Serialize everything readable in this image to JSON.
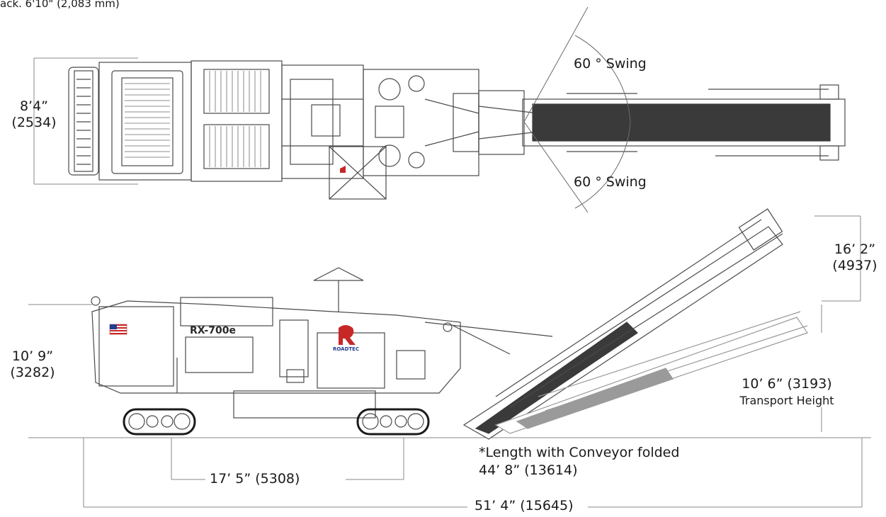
{
  "diagram": {
    "top_note": "ack. 6'10\" (2,083 mm)",
    "top_view": {
      "width_dim": "8’4”",
      "width_dim_mm": "(2534)",
      "swing_upper": "60 ° Swing",
      "swing_lower": "60 ° Swing"
    },
    "side_view": {
      "overall_height": "10’ 9”",
      "overall_height_mm": "(3282)",
      "conveyor_height": "16’ 2”",
      "conveyor_height_mm": "(4937)",
      "transport_height": "10’ 6” (3193)",
      "transport_height_label": "Transport Height",
      "track_length": "17’ 5” (5308)",
      "folded_length_label": "*Length with Conveyor folded",
      "folded_length": "44’ 8” (13614)",
      "overall_length": "51’ 4” (15645)",
      "model_badge": "RX-700e",
      "brand_badge": "ROADTEC"
    },
    "colors": {
      "line": "#4a4a4a",
      "dim_line": "#8a8a8a",
      "belt": "#3a3a3a",
      "flag_red": "#c62828",
      "flag_blue": "#1f3f8f",
      "brand_red": "#c62828"
    }
  }
}
